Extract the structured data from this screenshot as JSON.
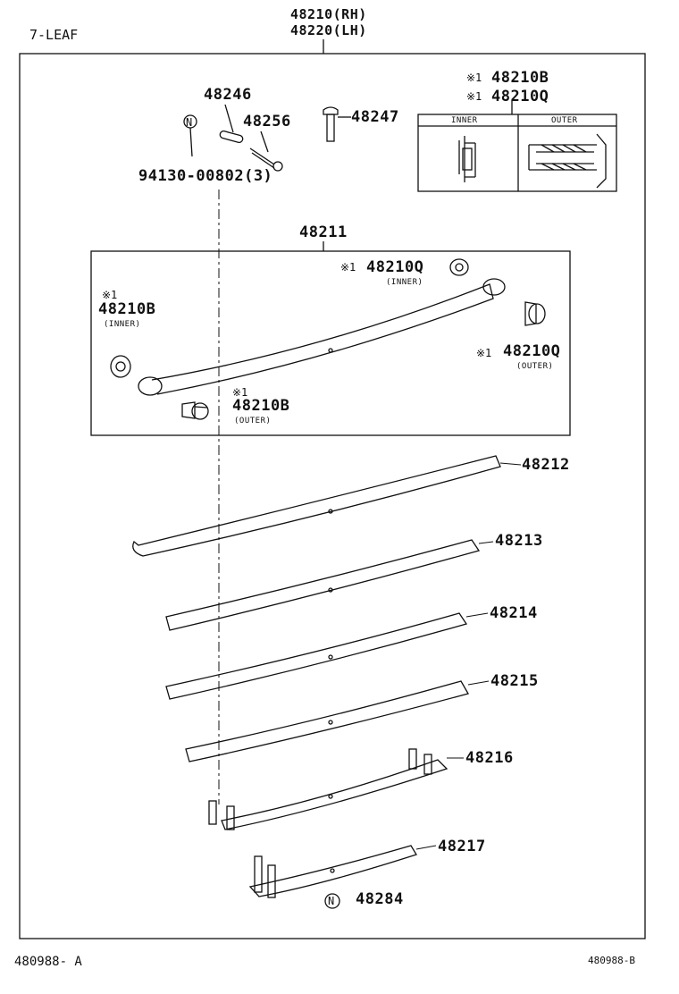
{
  "header": {
    "assembly_rh": "48210(RH)",
    "assembly_lh": "48220(LH)",
    "leaf_count": "7-LEAF"
  },
  "parts": {
    "p48246": "48246",
    "p48256": "48256",
    "p48247": "48247",
    "p94130": "94130-00802(3)",
    "p48211": "48211",
    "p48212": "48212",
    "p48213": "48213",
    "p48214": "48214",
    "p48215": "48215",
    "p48216": "48216",
    "p48217": "48217",
    "p48284": "48284"
  },
  "bushings": {
    "mark": "※1",
    "b": "48210B",
    "q": "48210Q",
    "inner": "(INNER)",
    "outer": "(OUTER)"
  },
  "inset_box": {
    "inner_header": "INNER",
    "outer_header": "OUTER"
  },
  "symbols": {
    "n_mark": "N"
  },
  "footer": {
    "left_code": "480988- A",
    "right_code": "480988-B"
  }
}
